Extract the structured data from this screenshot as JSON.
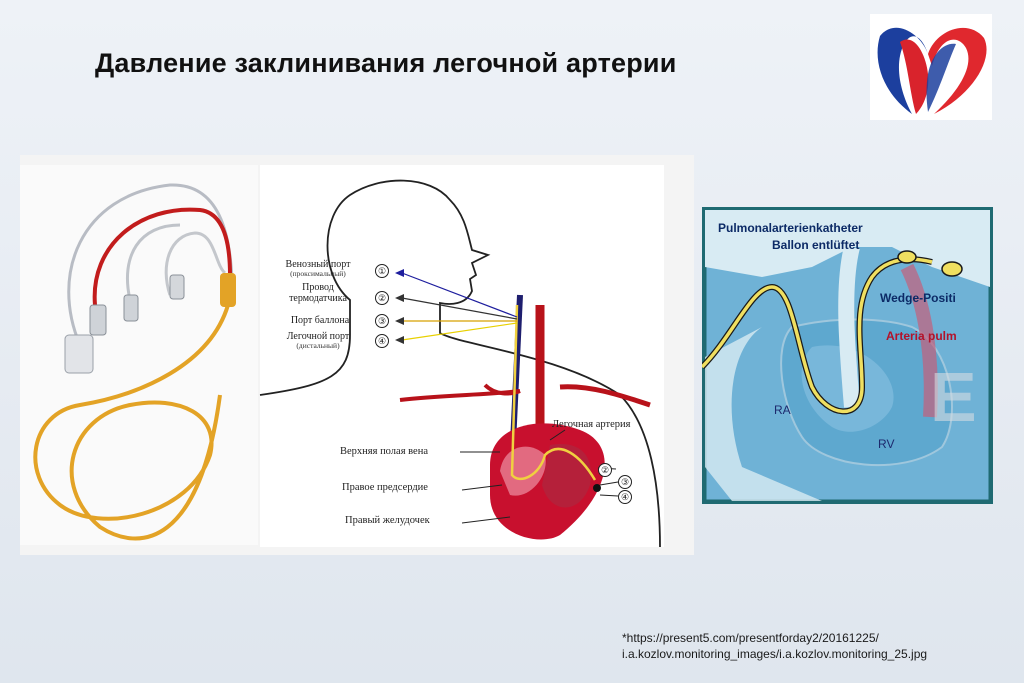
{
  "title": "Давление заклинивания легочной артерии",
  "logo": {
    "icon": "heart-logo-icon",
    "colors": [
      "#1c3f9e",
      "#e0282e"
    ]
  },
  "catheter_diagram": {
    "ports": [
      {
        "number": "①",
        "label": "Венозный порт",
        "sublabel": "(проксимальный)"
      },
      {
        "number": "②",
        "label": "Провод термодатчика",
        "line1": "Провод",
        "line2": "термодатчика"
      },
      {
        "number": "③",
        "label": "Порт баллона"
      },
      {
        "number": "④",
        "label": "Легочной порт",
        "sublabel": "(дистальный)"
      }
    ],
    "anatomy": {
      "pulmonary_artery": "Легочная артерия",
      "superior_vena_cava": "Верхняя полая вена",
      "right_atrium": "Правое предсердие",
      "right_ventricle": "Правый желудочек"
    },
    "tip_numbers": [
      "②",
      "③",
      "④"
    ]
  },
  "illustration": {
    "line1": "Pulmonalarterienkatheter",
    "line2": "Ballon entlüftet",
    "wedge": "Wedge-Positi",
    "arteria": "Arteria pulm",
    "ra": "RA",
    "rv": "RV",
    "watermark": "E"
  },
  "source": {
    "line1": "*https://present5.com/presentforday2/20161225/",
    "line2": "i.a.kozlov.monitoring_images/i.a.kozlov.monitoring_25.jpg"
  }
}
